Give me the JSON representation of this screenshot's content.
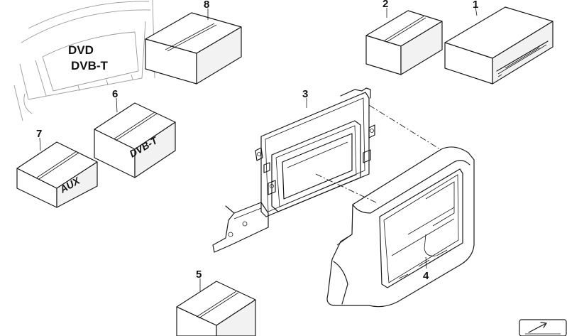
{
  "callouts": [
    {
      "id": "1",
      "text": "1"
    },
    {
      "id": "2",
      "text": "2"
    },
    {
      "id": "3",
      "text": "3"
    },
    {
      "id": "4",
      "text": "4"
    },
    {
      "id": "5",
      "text": "5"
    },
    {
      "id": "6",
      "text": "6"
    },
    {
      "id": "7",
      "text": "7"
    },
    {
      "id": "8",
      "text": "8"
    }
  ],
  "box_labels": {
    "box6": "DVB-T",
    "box7": "AUX"
  },
  "screen_labels": {
    "line1": "DVD",
    "line2": "DVB-T"
  },
  "corner_icon": "arrow-icon"
}
